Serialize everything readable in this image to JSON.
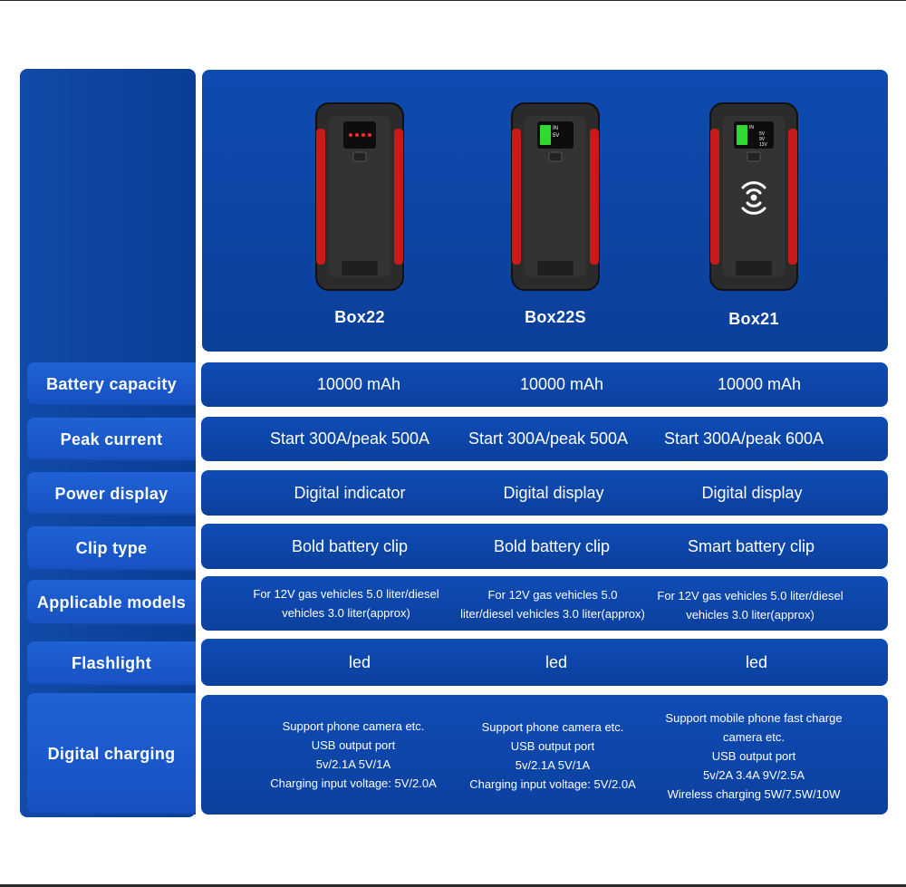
{
  "products": [
    {
      "name": "Box22",
      "screen": "leds"
    },
    {
      "name": "Box22S",
      "screen_text": [
        "IN",
        "5V"
      ]
    },
    {
      "name": "Box21",
      "screen_text": [
        "IN",
        "5V",
        "9V",
        "12V"
      ],
      "wireless_icon": "wireless-charging-icon"
    }
  ],
  "rows": [
    {
      "label": "Battery capacity",
      "values": [
        "10000 mAh",
        "10000 mAh",
        "10000 mAh"
      ]
    },
    {
      "label": "Peak current",
      "values": [
        "Start 300A/peak 500A",
        "Start 300A/peak 500A",
        "Start 300A/peak 600A"
      ]
    },
    {
      "label": "Power display",
      "values": [
        "Digital indicator",
        "Digital display",
        "Digital display"
      ]
    },
    {
      "label": "Clip type",
      "values": [
        "Bold battery clip",
        "Bold battery clip",
        "Smart battery clip"
      ]
    },
    {
      "label": "Applicable models",
      "values": [
        "For 12V gas vehicles 5.0 liter/diesel\nvehicles 3.0 liter(approx)",
        "For 12V gas vehicles 5.0\nliter/diesel vehicles 3.0 liter(approx)",
        "For 12V gas vehicles 5.0 liter/diesel\nvehicles 3.0 liter(approx)"
      ]
    },
    {
      "label": "Flashlight",
      "values": [
        "led",
        "led",
        "led"
      ]
    },
    {
      "label": "Digital charging",
      "values": [
        "Support phone camera etc.\nUSB output port\n5v/2.1A 5V/1A\nCharging input voltage: 5V/2.0A",
        "Support phone camera etc.\nUSB output port\n5v/2.1A 5V/1A\nCharging input voltage: 5V/2.0A",
        "Support mobile phone fast charge\ncamera etc.\nUSB output port\n5v/2A 3.4A 9V/2.5A\nWireless charging 5W/7.5W/10W"
      ]
    }
  ],
  "colors": {
    "panel": "#0b409e",
    "label": "#1a58c8",
    "accent_red": "#d41c1c",
    "screen_green": "#2fd92f"
  }
}
